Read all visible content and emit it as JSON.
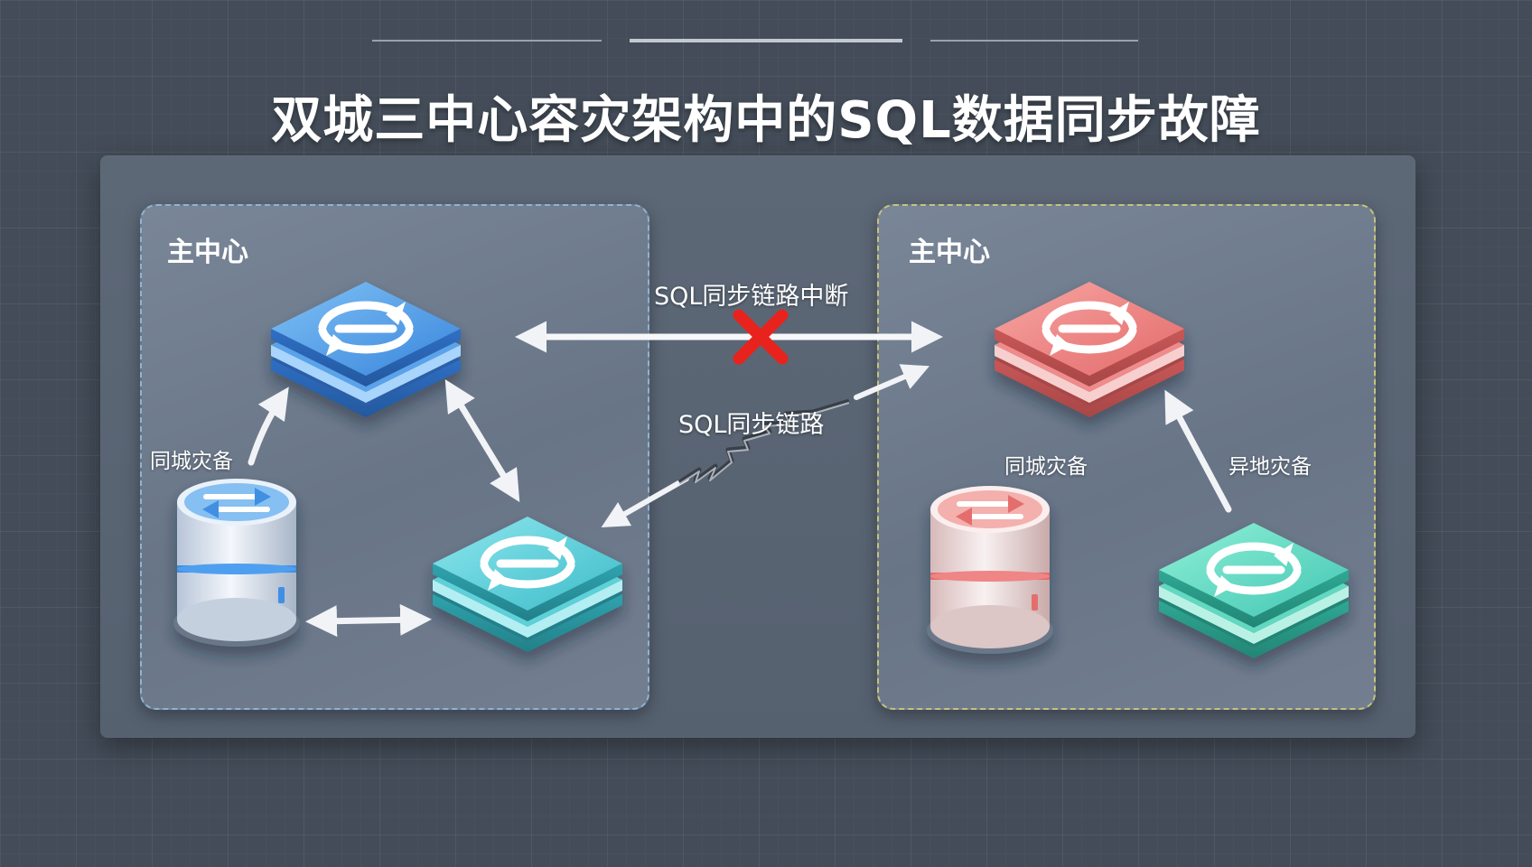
{
  "title": "双城三中心容灾架构中的SQL数据同步故障",
  "zones": {
    "left": {
      "label": "主中心"
    },
    "right": {
      "label": "主中心"
    }
  },
  "links": {
    "broken": "SQL同步链路中断",
    "cracked": "SQL同步链路"
  },
  "left_zone": {
    "same_city_label": "同城灾备"
  },
  "right_zone": {
    "same_city_label": "同城灾备",
    "remote_label": "异地灾备"
  },
  "icons": {
    "left_main": "blue-stack-sync-icon",
    "left_db": "blue-database-icon",
    "left_backup": "teal-stack-sync-icon",
    "right_main": "red-stack-sync-icon",
    "right_db": "red-database-icon",
    "right_backup": "green-stack-sync-icon",
    "failure": "red-x-icon"
  },
  "colors": {
    "blue": "#4a97e6",
    "teal": "#4cc9d2",
    "red": "#ee7777",
    "green": "#53d1b2",
    "failure": "#e8231d"
  }
}
